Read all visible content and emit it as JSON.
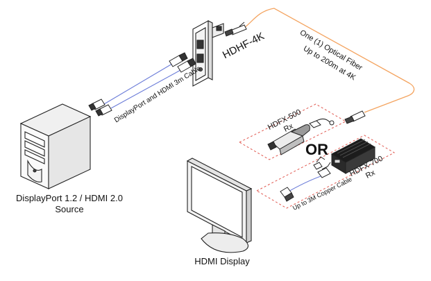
{
  "labels": {
    "source_line1": "DisplayPort 1.2 / HDMI 2.0",
    "source_line2": "Source",
    "display": "HDMI Display",
    "wallplate": "HDHF-4K",
    "fiber_line1": "One (1) Optical Fiber",
    "fiber_line2": "Up to 200m at 4K",
    "cable": "DisplayPort and HDMI 3m Cable",
    "rx500_line1": "HDFX-500",
    "rx500_line2": "Rx",
    "or": "OR",
    "rx700_line1": "HDFX-700",
    "rx700_line2": "Rx",
    "copper": "Up to 3M Copper Cable"
  },
  "colors": {
    "fiber": "#f4a460",
    "dp_cable": "#6a7bd8",
    "dashed_box": "#e0584f",
    "copper_cable": "#6a7bd8"
  }
}
